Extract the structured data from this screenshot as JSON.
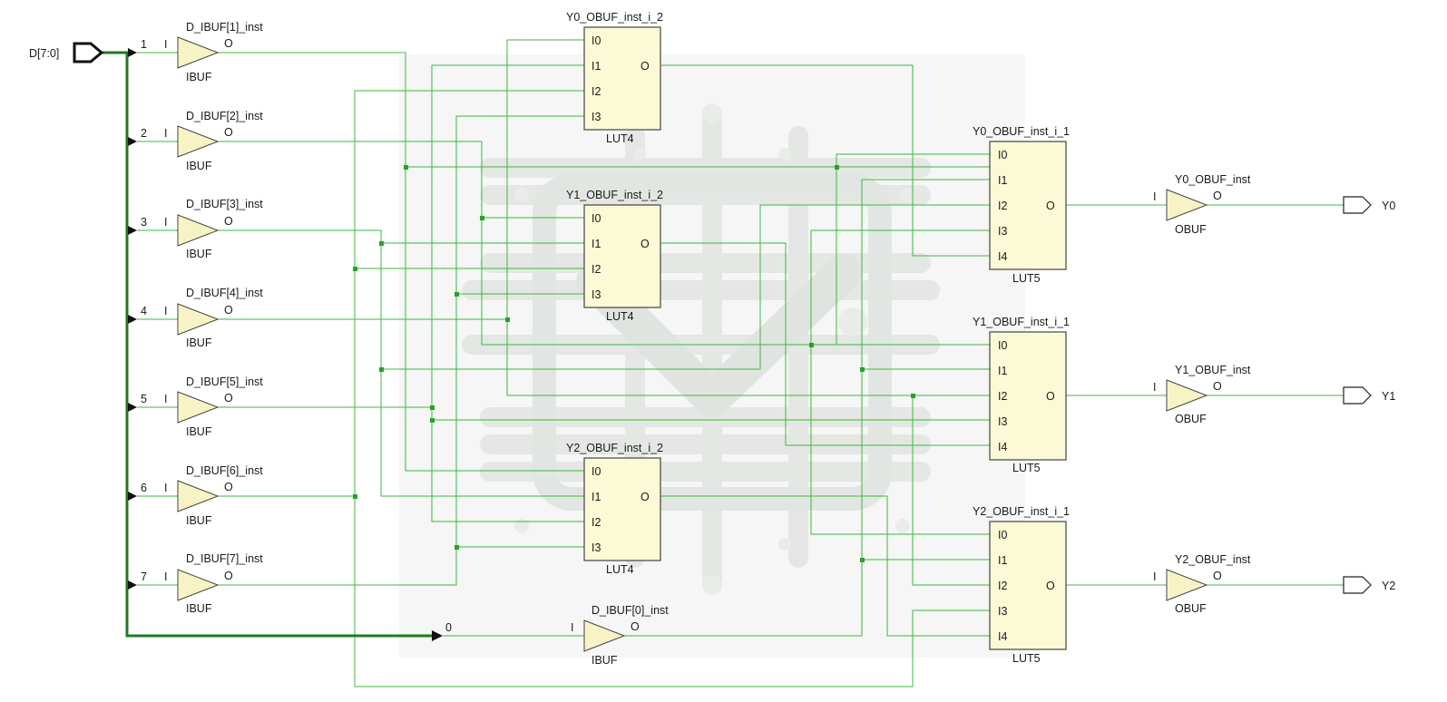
{
  "input_port": {
    "label": "D[7:0]"
  },
  "ground_bit": "0",
  "ibufs": [
    {
      "inst": "D_IBUF[1]_inst",
      "type": "IBUF",
      "in_pin": "I",
      "out_pin": "O",
      "bit": "1"
    },
    {
      "inst": "D_IBUF[2]_inst",
      "type": "IBUF",
      "in_pin": "I",
      "out_pin": "O",
      "bit": "2"
    },
    {
      "inst": "D_IBUF[3]_inst",
      "type": "IBUF",
      "in_pin": "I",
      "out_pin": "O",
      "bit": "3"
    },
    {
      "inst": "D_IBUF[4]_inst",
      "type": "IBUF",
      "in_pin": "I",
      "out_pin": "O",
      "bit": "4"
    },
    {
      "inst": "D_IBUF[5]_inst",
      "type": "IBUF",
      "in_pin": "I",
      "out_pin": "O",
      "bit": "5"
    },
    {
      "inst": "D_IBUF[6]_inst",
      "type": "IBUF",
      "in_pin": "I",
      "out_pin": "O",
      "bit": "6"
    },
    {
      "inst": "D_IBUF[7]_inst",
      "type": "IBUF",
      "in_pin": "I",
      "out_pin": "O",
      "bit": "7"
    }
  ],
  "ibuf0": {
    "inst": "D_IBUF[0]_inst",
    "type": "IBUF",
    "in_pin": "I",
    "out_pin": "O"
  },
  "lut4s": [
    {
      "inst": "Y0_OBUF_inst_i_2",
      "type": "LUT4",
      "pins": [
        "I0",
        "I1",
        "I2",
        "I3"
      ],
      "out_pin": "O"
    },
    {
      "inst": "Y1_OBUF_inst_i_2",
      "type": "LUT4",
      "pins": [
        "I0",
        "I1",
        "I2",
        "I3"
      ],
      "out_pin": "O"
    },
    {
      "inst": "Y2_OBUF_inst_i_2",
      "type": "LUT4",
      "pins": [
        "I0",
        "I1",
        "I2",
        "I3"
      ],
      "out_pin": "O"
    }
  ],
  "lut5s": [
    {
      "inst": "Y0_OBUF_inst_i_1",
      "type": "LUT5",
      "pins": [
        "I0",
        "I1",
        "I2",
        "I3",
        "I4"
      ],
      "out_pin": "O"
    },
    {
      "inst": "Y1_OBUF_inst_i_1",
      "type": "LUT5",
      "pins": [
        "I0",
        "I1",
        "I2",
        "I3",
        "I4"
      ],
      "out_pin": "O"
    },
    {
      "inst": "Y2_OBUF_inst_i_1",
      "type": "LUT5",
      "pins": [
        "I0",
        "I1",
        "I2",
        "I3",
        "I4"
      ],
      "out_pin": "O"
    }
  ],
  "obufs": [
    {
      "inst": "Y0_OBUF_inst",
      "type": "OBUF",
      "in_pin": "I",
      "out_pin": "O",
      "port": "Y0"
    },
    {
      "inst": "Y1_OBUF_inst",
      "type": "OBUF",
      "in_pin": "I",
      "out_pin": "O",
      "port": "Y1"
    },
    {
      "inst": "Y2_OBUF_inst",
      "type": "OBUF",
      "in_pin": "I",
      "out_pin": "O",
      "port": "Y2"
    }
  ],
  "colors": {
    "wire": "#3cb83c",
    "bus": "#1f7a1f",
    "cell_fill": "#fbf9d6",
    "buffer_fill": "#f7f3c4"
  },
  "icons": {
    "watermark": "chip-logo-icon"
  }
}
